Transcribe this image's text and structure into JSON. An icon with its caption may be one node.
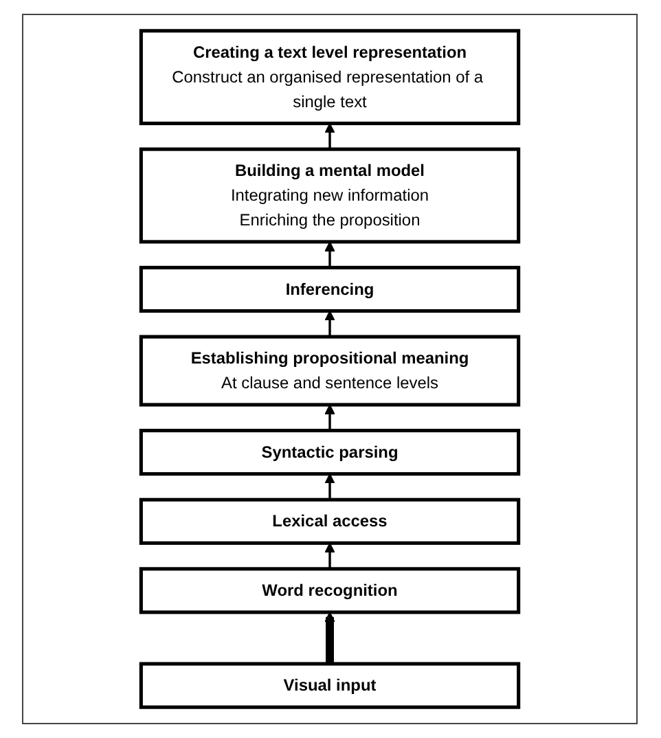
{
  "diagram": {
    "nodes": [
      {
        "text": [
          "Creating a text level representation",
          "Construct an organised representation of a single text"
        ]
      },
      {
        "text": [
          "Building a mental model",
          "Integrating new information",
          "Enriching the proposition"
        ]
      },
      {
        "text": [
          "Inferencing"
        ]
      },
      {
        "text": [
          "Establishing propositional meaning",
          "At clause and sentence levels"
        ]
      },
      {
        "text": [
          "Syntactic parsing"
        ]
      },
      {
        "text": [
          "Lexical access"
        ]
      },
      {
        "text": [
          "Word recognition"
        ]
      },
      {
        "text": [
          "Visual input"
        ]
      }
    ],
    "edges": [
      {
        "from": 1,
        "to": 0,
        "arrow": "to"
      },
      {
        "from": 2,
        "to": 1,
        "arrow": "to"
      },
      {
        "from": 3,
        "to": 2,
        "arrow": "to"
      },
      {
        "from": 4,
        "to": 3,
        "arrow": "to"
      },
      {
        "from": 5,
        "to": 4,
        "arrow": "to"
      },
      {
        "from": 6,
        "to": 5,
        "arrow": "to"
      },
      {
        "from": 7,
        "to": 6,
        "arrow": "to",
        "style": "thick"
      }
    ]
  }
}
